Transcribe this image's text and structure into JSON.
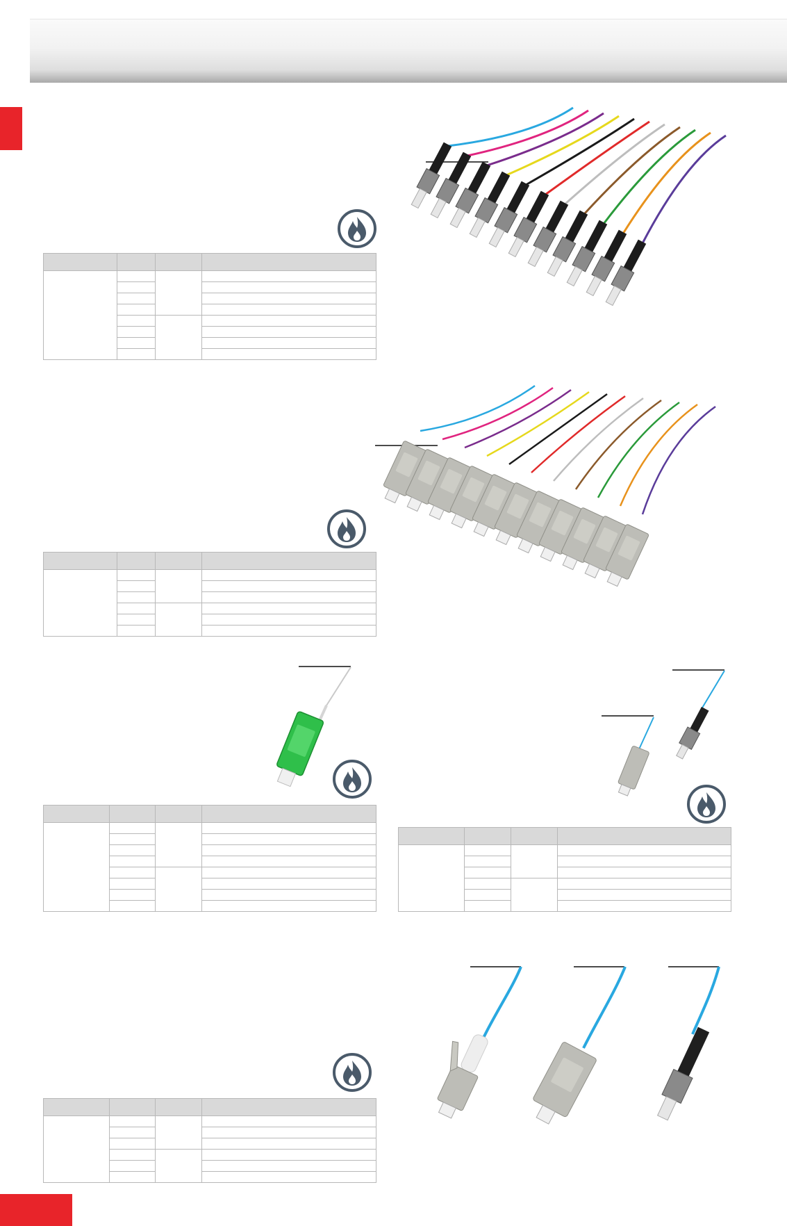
{
  "colors": {
    "accent": "#e8242a",
    "icon": "#4a5a6a",
    "table_header": "#d9d9d9",
    "table_border": "#b8b8b8",
    "fiber_colors": [
      "#29a8e0",
      "#e0247f",
      "#7a2c8c",
      "#e6d81c",
      "#1a1a1a",
      "#e02a2a",
      "#bdbdbd",
      "#8b5a2b",
      "#2a9a3a",
      "#e8921c",
      "#5a3c9a"
    ]
  },
  "icons": {
    "flame": "fire-safety-icon"
  },
  "sections": [
    {
      "id": "st-pigtail-set",
      "connector": "ST",
      "fiber_count": 12,
      "table_rows": 8
    },
    {
      "id": "sc-pigtail-set",
      "connector": "SC",
      "fiber_count": 12,
      "table_rows": 6
    },
    {
      "id": "sc-apc-pigtail",
      "connector": "SC-APC",
      "table_rows": 8
    },
    {
      "id": "st-sc-pigtail",
      "connector": "ST / SC",
      "table_rows": 8
    },
    {
      "id": "lc-sc-st-pigtail",
      "connector": "LC / SC / ST",
      "table_rows": 6
    }
  ]
}
